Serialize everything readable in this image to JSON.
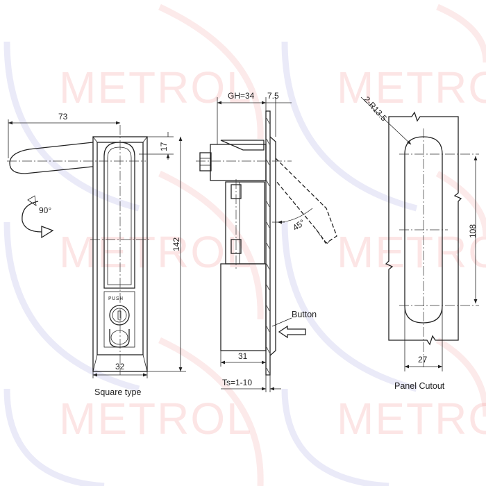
{
  "watermark": {
    "brand": "METROL",
    "colors": {
      "arc_blue": "#8b8bd9",
      "arc_red": "#f08a8a",
      "text": "#f28b8b"
    }
  },
  "front_view": {
    "caption": "Square type",
    "dim_handle_length": "73",
    "dim_top_offset": "17",
    "dim_height": "142",
    "dim_width": "32",
    "rotation": "90°",
    "push_label": "PUSH"
  },
  "side_view": {
    "dim_gh": "GH=34",
    "dim_offset": "7.5",
    "dim_angle": "45°",
    "dim_depth": "31",
    "dim_ts": "Ts=1-10",
    "button_label": "Button"
  },
  "panel_cutout": {
    "caption": "Panel Cutout",
    "dim_radius": "2-R13.5",
    "dim_height": "108",
    "dim_width": "27"
  }
}
